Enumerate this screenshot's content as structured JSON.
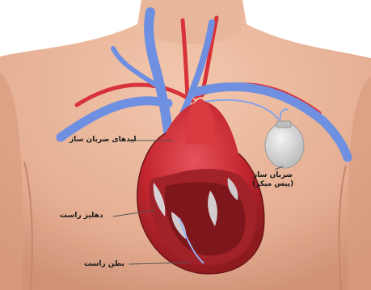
{
  "labels": {
    "pacemaker_leads": "لیدهای ضربان ساز",
    "right_atrium": "دهلیز راست",
    "right_ventricle": "بطن راست",
    "pacemaker_line1": "ضربان ساز",
    "pacemaker_line2": "(پیس میکر)"
  },
  "colors": {
    "skin": "#e9b89c",
    "skin_shadow": "#d49a80",
    "vein": "#6f8fe0",
    "artery": "#d8323a",
    "heart": "#c4262e",
    "heart_light": "#e04a4f",
    "device": "#d9d9d9",
    "lead_line": "#555555"
  }
}
